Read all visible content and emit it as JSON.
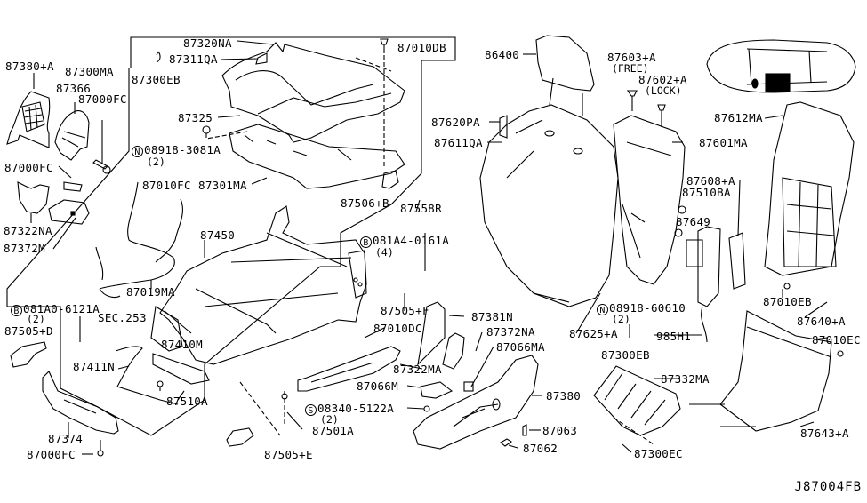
{
  "diagram": {
    "title": "Front Seat Parts Diagram",
    "diagram_code": "J87004FB",
    "parts": [
      {
        "id": "p-87380A",
        "label": "87380+A"
      },
      {
        "id": "p-87300MA",
        "label": "87300MA"
      },
      {
        "id": "p-87366",
        "label": "87366"
      },
      {
        "id": "p-87000FC-1",
        "label": "87000FC"
      },
      {
        "id": "p-87000FC-2",
        "label": "87000FC"
      },
      {
        "id": "p-87322NA",
        "label": "87322NA"
      },
      {
        "id": "p-87372M",
        "label": "87372M"
      },
      {
        "id": "p-87320NA",
        "label": "87320NA"
      },
      {
        "id": "p-87311QA",
        "label": "87311QA"
      },
      {
        "id": "p-87300EB-1",
        "label": "87300EB"
      },
      {
        "id": "p-87010DB",
        "label": "87010DB"
      },
      {
        "id": "p-87325",
        "label": "87325"
      },
      {
        "id": "p-08918-3081A",
        "label": "08918-3081A",
        "symbol": "N",
        "qty": "(2)"
      },
      {
        "id": "p-87010FC",
        "label": "87010FC"
      },
      {
        "id": "p-87301MA",
        "label": "87301MA"
      },
      {
        "id": "p-87506B",
        "label": "87506+B"
      },
      {
        "id": "p-87558R",
        "label": "87558R"
      },
      {
        "id": "p-081A4-0161A",
        "label": "081A4-0161A",
        "symbol": "B",
        "qty": "(4)"
      },
      {
        "id": "p-87450",
        "label": "87450"
      },
      {
        "id": "p-87019MA",
        "label": "87019MA"
      },
      {
        "id": "p-081A0-6121A",
        "label": "081A0-6121A",
        "symbol": "B",
        "qty": "(2)"
      },
      {
        "id": "p-sec253",
        "label": "SEC.253"
      },
      {
        "id": "p-87505D",
        "label": "87505+D"
      },
      {
        "id": "p-87410M",
        "label": "87410M"
      },
      {
        "id": "p-87411N",
        "label": "87411N"
      },
      {
        "id": "p-87510A",
        "label": "87510A"
      },
      {
        "id": "p-87374",
        "label": "87374"
      },
      {
        "id": "p-87000FC-3",
        "label": "87000FC"
      },
      {
        "id": "p-87505F",
        "label": "87505+F"
      },
      {
        "id": "p-87381N",
        "label": "87381N"
      },
      {
        "id": "p-87010DC",
        "label": "87010DC"
      },
      {
        "id": "p-87372NA",
        "label": "87372NA"
      },
      {
        "id": "p-87066MA",
        "label": "87066MA"
      },
      {
        "id": "p-87322MA",
        "label": "87322MA"
      },
      {
        "id": "p-87066M",
        "label": "87066M"
      },
      {
        "id": "p-08340-5122A",
        "label": "08340-5122A",
        "symbol": "S",
        "qty": "(2)"
      },
      {
        "id": "p-87501A",
        "label": "87501A"
      },
      {
        "id": "p-87505E",
        "label": "87505+E"
      },
      {
        "id": "p-87380",
        "label": "87380"
      },
      {
        "id": "p-87063",
        "label": "87063"
      },
      {
        "id": "p-87062",
        "label": "87062"
      },
      {
        "id": "p-86400",
        "label": "86400"
      },
      {
        "id": "p-87603A",
        "label": "87603+A",
        "note": "(FREE)"
      },
      {
        "id": "p-87602A",
        "label": "87602+A",
        "note": "(LOCK)"
      },
      {
        "id": "p-87620PA",
        "label": "87620PA"
      },
      {
        "id": "p-87611QA",
        "label": "87611QA"
      },
      {
        "id": "p-87601MA",
        "label": "87601MA"
      },
      {
        "id": "p-87612MA",
        "label": "87612MA"
      },
      {
        "id": "p-87608A",
        "label": "87608+A"
      },
      {
        "id": "p-87510BA",
        "label": "87510BA"
      },
      {
        "id": "p-87649",
        "label": "87649"
      },
      {
        "id": "p-08918-60610",
        "label": "08918-60610",
        "symbol": "N",
        "qty": "(2)"
      },
      {
        "id": "p-87625A",
        "label": "87625+A"
      },
      {
        "id": "p-985H1",
        "label": "985H1"
      },
      {
        "id": "p-87300EB-2",
        "label": "87300EB"
      },
      {
        "id": "p-87010EB",
        "label": "87010EB"
      },
      {
        "id": "p-87640A",
        "label": "87640+A"
      },
      {
        "id": "p-87010EC",
        "label": "87010EC"
      },
      {
        "id": "p-87332MA",
        "label": "87332MA"
      },
      {
        "id": "p-87643A",
        "label": "87643+A"
      },
      {
        "id": "p-87300EC",
        "label": "87300EC"
      }
    ]
  }
}
